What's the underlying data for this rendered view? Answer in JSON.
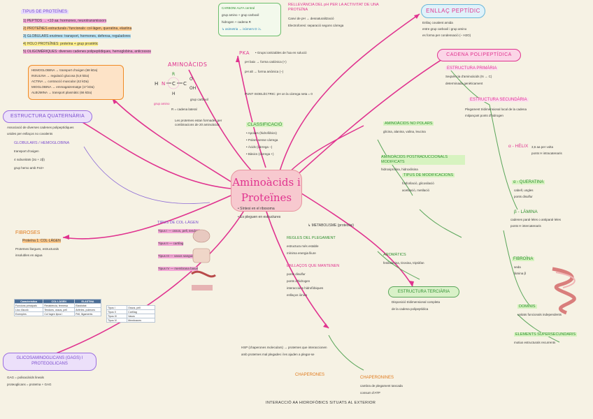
{
  "center": {
    "title_line1": "Aminoàcids i",
    "title_line2": "Proteïnes"
  },
  "center_notes": {
    "line1": "• Síntesi en el ribosoma",
    "line2": "• Es pleguen en estructures",
    "line3": "↳ METABOLISME (proteòlisi)"
  },
  "tipos_proteinas": {
    "title": "TIPUS DE PROTEÏNES",
    "items": [
      "1) PEPTIDS → <10 aa: hormones, neurotransmissors",
      "2) PROTEÏNES estructurals / funcionals: col·làgen, queratina, elastina",
      "3) GLOBULARS enzimes: transport, hormones, defensa, reguladores",
      "4) HOLO PROTEÏNES: proteïna + grup prostètic",
      "5) OLIGOMÈRIQUES: diverses cadenes polipeptídiques, hemoglobina, anticossos"
    ]
  },
  "aminoacidos": {
    "title": "AMINOÀCIDS",
    "label_amino": "grup amino",
    "label_carboxil": "grup carboxil",
    "label_r": "R = cadena lateral",
    "note": "Les proteïnes estan formades per combinacions de 20 aminoàcids"
  },
  "pesos": {
    "items": [
      "HEMOGLOBINA → transport d'oxigen (68 kDa)",
      "INSULINA → regulació glucosa (5,8 kDa)",
      "ACTINA → contracció muscular (42 kDa)",
      "MIOGLOBINA → emmagatzematge (17 kDa)",
      "ALBÚMINA → transport plasmàtic (66 kDa)"
    ]
  },
  "carbonos": {
    "lines": [
      "CARBONI ALFA central",
      "grup amino + grup carboxil",
      "hidrogen + cadena R",
      "↳ asimetria → isòmers D i L"
    ]
  },
  "pka": {
    "title": "pKa",
    "lines": [
      "• Grups ionitzables de l'aa en solució",
      "pH baix → forma catiònica (+)",
      "pH alt → forma aniònica (−)",
      "PUNT ISOELÈCTRIC: pH on la càrrega neta = 0"
    ]
  },
  "relevancia": {
    "title": "RELLEVÀNCIA DEL pH PER LA ACTIVITAT DE UNA PROTEÏNA",
    "lines": [
      "Canvi de pH → desnaturalització",
      "Electroforesi: separació segons càrrega"
    ]
  },
  "enlace": {
    "title": "ENLLAÇ PEPTÍDIC",
    "lines": [
      "Enllaç covalent amida",
      "entre grup carboxil i grup amino",
      "es forma per condensació (− H2O)"
    ]
  },
  "cadena": {
    "title": "CADENA POLIPEPTÍDICA"
  },
  "primaria": {
    "title": "ESTRUCTURA PRIMÀRIA",
    "lines": [
      "Seqüència d'aminoàcids (N → C)",
      "determinada genèticament"
    ]
  },
  "secundaria": {
    "title": "ESTRUCTURA SECUNDÀRIA",
    "lines": [
      "Plegament tridimensional local de la cadena",
      "mitjançant ponts d'hidrogen"
    ]
  },
  "alfa": {
    "title": "α - HÈLIX",
    "lines": [
      "3,6 aa per volta",
      "ponts H intracatenaris"
    ]
  },
  "beta": {
    "title": "β - LÀMINA",
    "lines": [
      "cadenes paral·leles o antiparal·leles",
      "ponts H intercatenaris"
    ]
  },
  "queratina": {
    "title": "α - QUERATINA",
    "lines": [
      "cabell, ungles",
      "ponts disulfur"
    ]
  },
  "fibroina": {
    "title": "FIBROÏNA",
    "lines": [
      "seda",
      "làmina β"
    ]
  },
  "elementos": {
    "title": "ELEMENTS SUPERSECUNDARIS",
    "lines": [
      "motius estructurals recurrents"
    ]
  },
  "dominios": {
    "title": "DOMINIS",
    "lines": [
      "unitats funcionals independents"
    ]
  },
  "cuaternaria": {
    "title": "ESTRUCTURA QUATERNÀRIA",
    "lines": [
      "Associació de diverses cadenes polipeptídiques",
      "unides per enllaços no covalents"
    ]
  },
  "globulares": {
    "title": "GLOBULARS / HEMOGLOBINA",
    "lines": [
      "transport d'oxigen",
      "4 subunitats (2α + 2β)",
      "grup hemo amb Fe2+"
    ]
  },
  "fibrosas": {
    "title": "FIBROSES",
    "highlight": "Proteïna 1: COL·LÀGEN",
    "lines": [
      "Proteïnes llargues, estructurals",
      "insolubles en aigua"
    ]
  },
  "tipos_colageno": {
    "title": "TIPUS DE COL·LÀGEN",
    "items": [
      "Tipus I — ossos, pell, tendons",
      "Tipus II — cartílag",
      "Tipus III — vasos sanguinis",
      "Tipus IV — membrana basal"
    ]
  },
  "tabla": {
    "headers": [
      "Característica",
      "COL·LÀGEN",
      "ELASTINA"
    ],
    "rows": [
      [
        "Funcions principals",
        "Resistència, fermesa",
        "Elasticitat"
      ],
      [
        "Lloc d'acció",
        "Tendons, ossos, pell",
        "Artèries, pulmons"
      ],
      [
        "Exemples",
        "Col·lagen tipus I",
        "Pell, lligaments"
      ]
    ]
  },
  "tabla2": {
    "rows": [
      [
        "Tipus I",
        "Ossos, pell"
      ],
      [
        "Tipus II",
        "Cartílag"
      ],
      [
        "Tipus III",
        "Vasos"
      ],
      [
        "Tipus IV",
        "Membranes"
      ]
    ]
  },
  "terciaria": {
    "title": "ESTRUCTURA TERCIÀRIA",
    "lines": [
      "Disposició tridimensional completa",
      "de la cadena polipeptídica"
    ]
  },
  "enlaces_ter": {
    "title": "ENLLAÇOS QUE MANTENEN",
    "lines": [
      "ponts disulfur",
      "ponts d'hidrogen",
      "interaccions hidrofòbiques",
      "enllaços iònics"
    ]
  },
  "clasificacion": {
    "title": "CLASSIFICACIÓ",
    "lines": [
      "• Apolars (hidrofòbics)",
      "• Polars sense càrrega",
      "• Àcids (càrrega −)",
      "• Bàsics (càrrega +)"
    ]
  },
  "aa_no_polares": {
    "title": "AMINOÀCIDS NO POLARS",
    "lines": [
      "glicina, alanina, valina, leucina"
    ]
  },
  "aa_mod": {
    "title": "AMINOÀCIDS POSTRADUCCIONALS MODIFICATS",
    "lines": [
      "hidroxiprolina, hidroxilisina"
    ]
  },
  "aa_aromaticos": {
    "title": "AROMÀTICS",
    "lines": [
      "fenilalanina, tirosina, triptòfan"
    ]
  },
  "tipos_modificaciones": {
    "title": "TIPUS DE MODIFICACIONS",
    "lines": [
      "fosforilació, glicosilació",
      "acetilació, metilació"
    ]
  },
  "reglas": {
    "title": "REGLES DEL PLEGAMENT",
    "lines": [
      "estructura més estable",
      "mínima energia lliure"
    ]
  },
  "chaperonas": {
    "title": "CHAPERONES",
    "lines": [
      "HSP (chaperones moleculars) → proteïnes que interaccionen",
      "amb proteïnes mal plegades i les ajuden a plegar-se"
    ]
  },
  "chaperoninas": {
    "title": "CHAPERONINES",
    "lines": [
      "cambra de plegament tancada",
      "consum d'ATP"
    ]
  },
  "glicoproteinas": {
    "title": "GLICOSAMINOGLICANS (GAGS) I PROTEOGLICANS",
    "lines": [
      "GAG = polisacàrids lineals",
      "proteoglicans = proteïna + GAG"
    ]
  },
  "footer": {
    "note": "INTERACCIÓ AA HIDROFÒBICS SITUATS AL EXTERIOR"
  }
}
